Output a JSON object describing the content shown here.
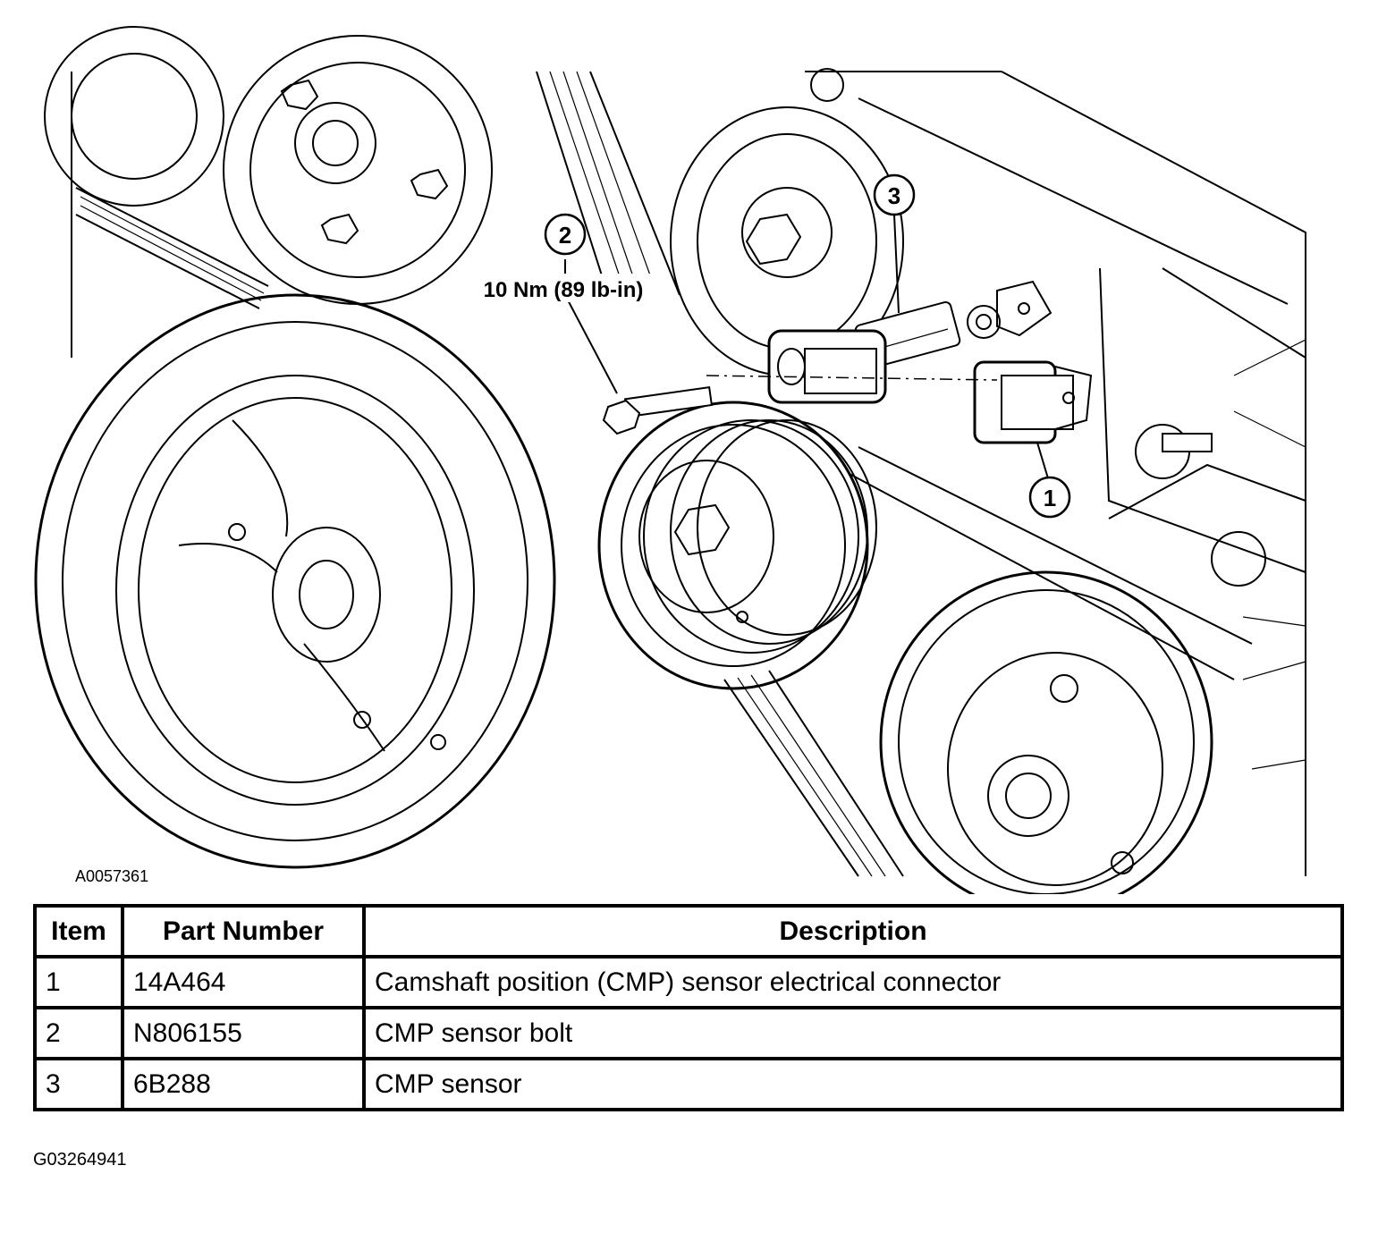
{
  "figure": {
    "figure_id": "A0057361",
    "callouts": [
      "1",
      "2",
      "3"
    ],
    "torque_spec": "10 Nm (89 lb-in)"
  },
  "table": {
    "headers": [
      "Item",
      "Part Number",
      "Description"
    ],
    "rows": [
      [
        "1",
        "14A464",
        "Camshaft position (CMP) sensor electrical connector"
      ],
      [
        "2",
        "N806155",
        "CMP sensor bolt"
      ],
      [
        "3",
        "6B288",
        "CMP sensor"
      ]
    ],
    "table_id": "G03264941"
  }
}
